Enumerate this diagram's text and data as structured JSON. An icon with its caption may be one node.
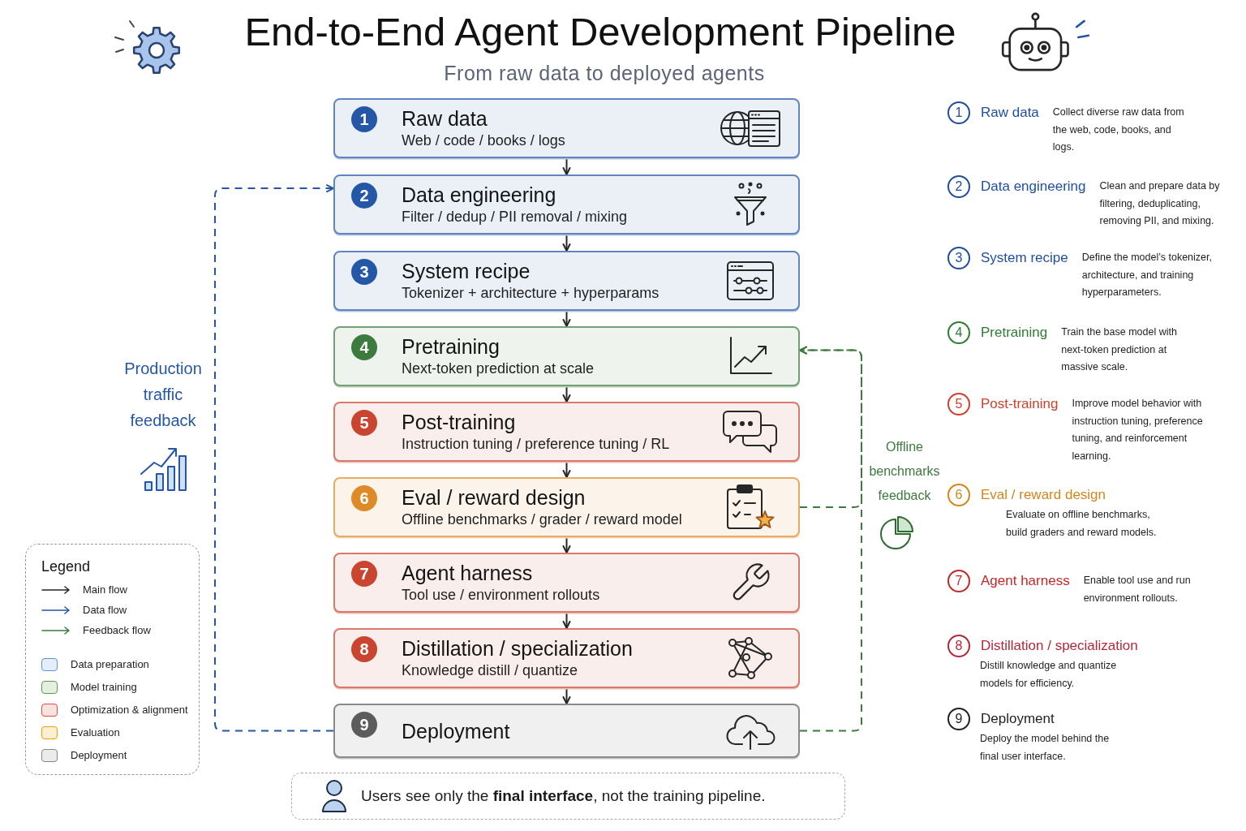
{
  "diagram": {
    "title": "End-to-End Agent Development Pipeline",
    "nodes": [
      {
        "text": [
          "1",
          "Raw data",
          "Web / code / books / logs"
        ]
      },
      {
        "text": [
          "2",
          "Data engineering",
          "Filter / dedup / PII removal / mixing"
        ]
      },
      {
        "text": [
          "3",
          "System recipe",
          "Tokenizer + architecture + hyperparams"
        ]
      },
      {
        "text": [
          "4",
          "Pretraining",
          "Next-token prediction at scale"
        ]
      },
      {
        "text": [
          "5",
          "Post-training",
          "Instruction tuning / preference tuning / RL"
        ]
      },
      {
        "text": [
          "6",
          "Eval / reward design",
          "Offline benchmarks / grader / reward model"
        ]
      },
      {
        "text": [
          "7",
          "Agent harness",
          "Tool use / environment rollouts"
        ]
      },
      {
        "text": [
          "8",
          "Distillation / specialization",
          "Knowledge distill / quantize"
        ]
      },
      {
        "text": [
          "9",
          "Deployment"
        ]
      },
      {
        "text": [
          "1"
        ],
        "beside": [
          "Raw data",
          "Collect diverse raw data from the web, code, books, and logs."
        ]
      },
      {
        "text": [
          "2"
        ],
        "beside": [
          "Data engineering",
          "Clean and prepare data by filtering, deduplicating, removing PII, and mixing."
        ]
      },
      {
        "text": [
          "3"
        ],
        "beside": [
          "System recipe",
          "Define the model’s tokenizer, architecture, and training hyperparameters."
        ]
      },
      {
        "text": [
          "4"
        ],
        "beside": [
          "Pretraining",
          "Train the base model with next-token prediction at massive scale."
        ]
      },
      {
        "text": [
          "5"
        ],
        "beside": [
          "Post-training",
          "Improve model behavior with instruction tuning, preference tuning, and reinforcement learning."
        ]
      },
      {
        "text": [
          "6"
        ],
        "beside": [
          "Eval / reward design",
          "Evaluate on offline benchmarks, build graders and reward models."
        ]
      },
      {
        "text": [
          "7"
        ],
        "beside": [
          "Agent harness",
          "Enable tool use and run environment rollouts."
        ]
      },
      {
        "text": [
          "8"
        ],
        "beside": [
          "Distillation / specialization",
          "Distill knowledge and quantize models for efficiency."
        ]
      },
      {
        "text": [
          "9"
        ],
        "beside": [
          "Deployment",
          "Deploy the model behind the final user interface."
        ]
      },
      {
        "text": [
          "Users see only the **final interface**, not the training pipeline."
        ]
      }
    ],
    "edges": [
      {
        "from": 0,
        "to": 1,
        "arrow": "to"
      },
      {
        "from": 1,
        "to": 2,
        "arrow": "to"
      },
      {
        "from": 2,
        "to": 3,
        "arrow": "to"
      },
      {
        "from": 3,
        "to": 4,
        "arrow": "to"
      },
      {
        "from": 4,
        "to": 5,
        "arrow": "to"
      },
      {
        "from": 5,
        "to": 6,
        "arrow": "to"
      },
      {
        "from": 6,
        "to": 7,
        "arrow": "to"
      },
      {
        "from": 7,
        "to": 8,
        "arrow": "to"
      },
      {
        "from": 8,
        "to": 1,
        "arrow": "to",
        "label": "Production traffic feedback",
        "style": "dashed",
        "color": "#2457a6"
      },
      {
        "from": 8,
        "to": 3,
        "arrow": "to",
        "label": "Offline benchmarks feedback",
        "style": "dashed",
        "color": "#3d7a3d"
      },
      {
        "from": 5,
        "to": 3,
        "arrow": "to",
        "style": "dashed",
        "color": "#3d7a3d"
      }
    ],
    "labels": [
      "From raw data to deployed agents",
      "Legend"
    ],
    "legend": [
      {
        "text": "Main flow"
      },
      {
        "text": "Data flow"
      },
      {
        "text": "Feedback flow"
      },
      {
        "text": "Data preparation",
        "color": "#e4edf9"
      },
      {
        "text": "Model training",
        "color": "#e4efe1"
      },
      {
        "text": "Optimization & alignment",
        "color": "#f9e2de"
      },
      {
        "text": "Evaluation",
        "color": "#fcefd2"
      },
      {
        "text": "Deployment",
        "color": "#ebebeb"
      }
    ]
  }
}
